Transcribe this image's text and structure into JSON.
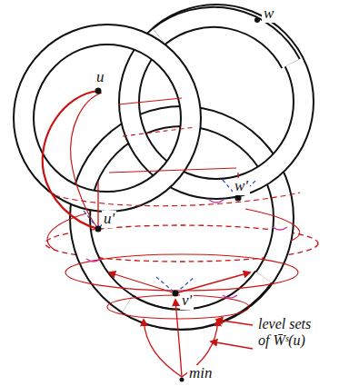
{
  "diagram": {
    "labels": [
      "u",
      "w",
      "u'",
      "w'",
      "v'",
      "min",
      "level sets of W̄ˢ(u)"
    ]
  }
}
